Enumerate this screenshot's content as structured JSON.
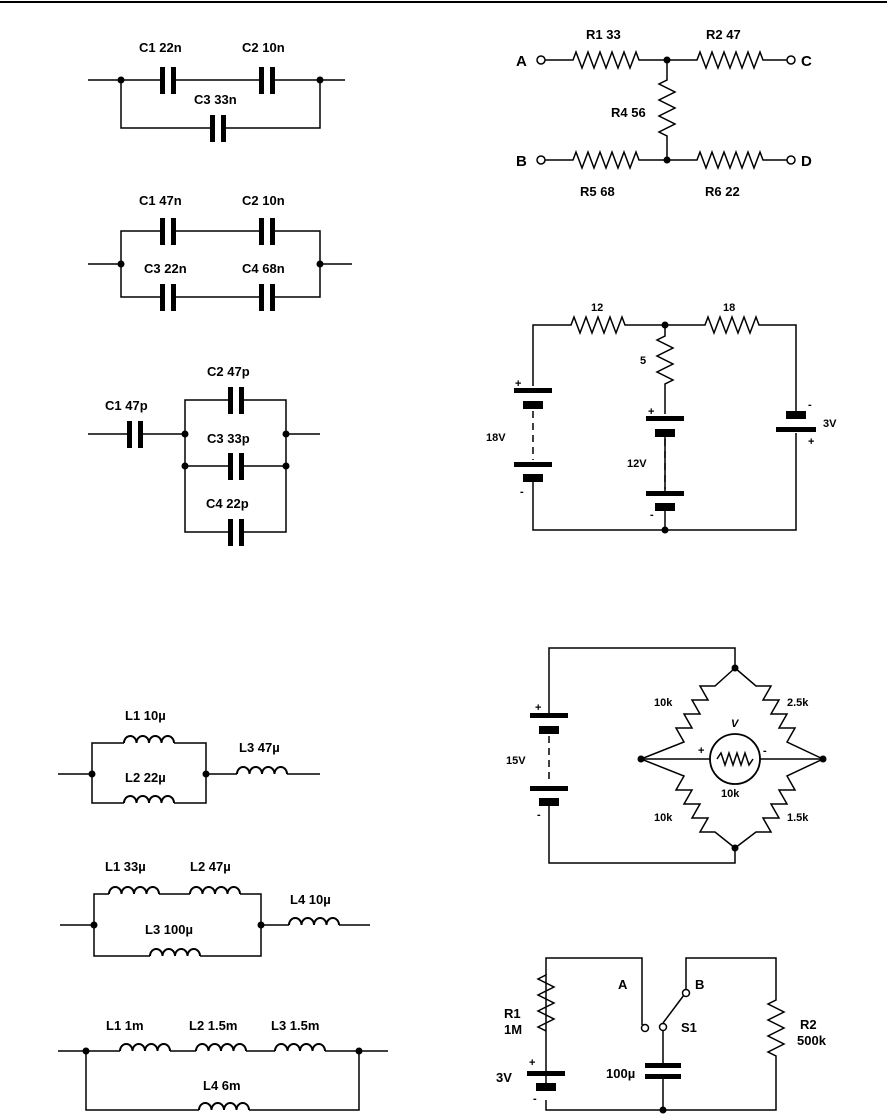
{
  "capacitor_series_parallel": {
    "c1": "C1 22n",
    "c2": "C2 10n",
    "c3": "C3 33n"
  },
  "capacitor_bridge_pairs": {
    "c1": "C1 47n",
    "c2": "C2 10n",
    "c3": "C3 22n",
    "c4": "C4 68n"
  },
  "capacitor_three_parallel": {
    "c1": "C1 47p",
    "c2": "C2 47p",
    "c3": "C3 33p",
    "c4": "C4 22p"
  },
  "resistor_h_network": {
    "terminal_a": "A",
    "terminal_b": "B",
    "terminal_c": "C",
    "terminal_d": "D",
    "r1": "R1 33",
    "r2": "R2 47",
    "r4": "R4 56",
    "r5": "R5 68",
    "r6": "R6 22"
  },
  "two_battery_network": {
    "r_left": "12",
    "r_right": "18",
    "r_middle": "5",
    "battery_left": "18V",
    "battery_middle": "12V",
    "battery_right": "3V",
    "plus": "+",
    "minus": "-"
  },
  "inductor_circuit_1": {
    "l1": "L1 10µ",
    "l2": "L2 22µ",
    "l3": "L3 47µ"
  },
  "inductor_circuit_2": {
    "l1": "L1 33µ",
    "l2": "L2 47µ",
    "l3": "L3 100µ",
    "l4": "L4 10µ"
  },
  "inductor_circuit_3": {
    "l1": "L1 1m",
    "l2": "L2 1.5m",
    "l3": "L3 1.5m",
    "l4": "L4 6m"
  },
  "wheatstone_bridge": {
    "battery": "15V",
    "r_top_left": "10k",
    "r_top_right": "2.5k",
    "r_bottom_left": "10k",
    "r_bottom_right": "1.5k",
    "meter_symbol": "V",
    "meter_resistance": "10k",
    "plus": "+",
    "minus": "-"
  },
  "rc_switch_circuit": {
    "r1_name": "R1",
    "r1_value": "1M",
    "battery": "3V",
    "capacitor": "100µ",
    "switch": "S1",
    "pos_a": "A",
    "pos_b": "B",
    "r2_name": "R2",
    "r2_value": "500k",
    "plus": "+",
    "minus": "-"
  }
}
